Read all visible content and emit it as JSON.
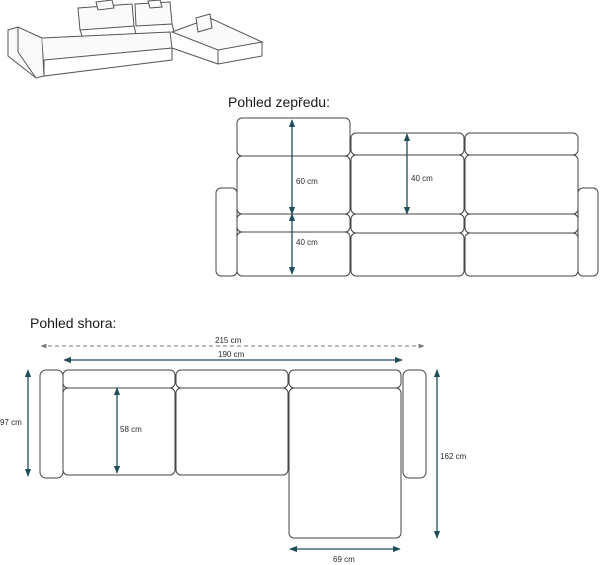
{
  "views": {
    "front_title": "Pohled zepředu:",
    "top_title": "Pohled shora:"
  },
  "front_dims": {
    "headrest_height": "60 cm",
    "back_height": "40 cm",
    "seat_height": "40 cm"
  },
  "top_dims": {
    "total_width": "215 cm",
    "seat_width": "190 cm",
    "depth": "97 cm",
    "seat_depth": "58 cm",
    "chaise_length": "162 cm",
    "chaise_width": "69 cm"
  },
  "colors": {
    "outline": "#444444",
    "dimension_line": "#1f4e5a",
    "guide_line": "#8a8a8a"
  }
}
